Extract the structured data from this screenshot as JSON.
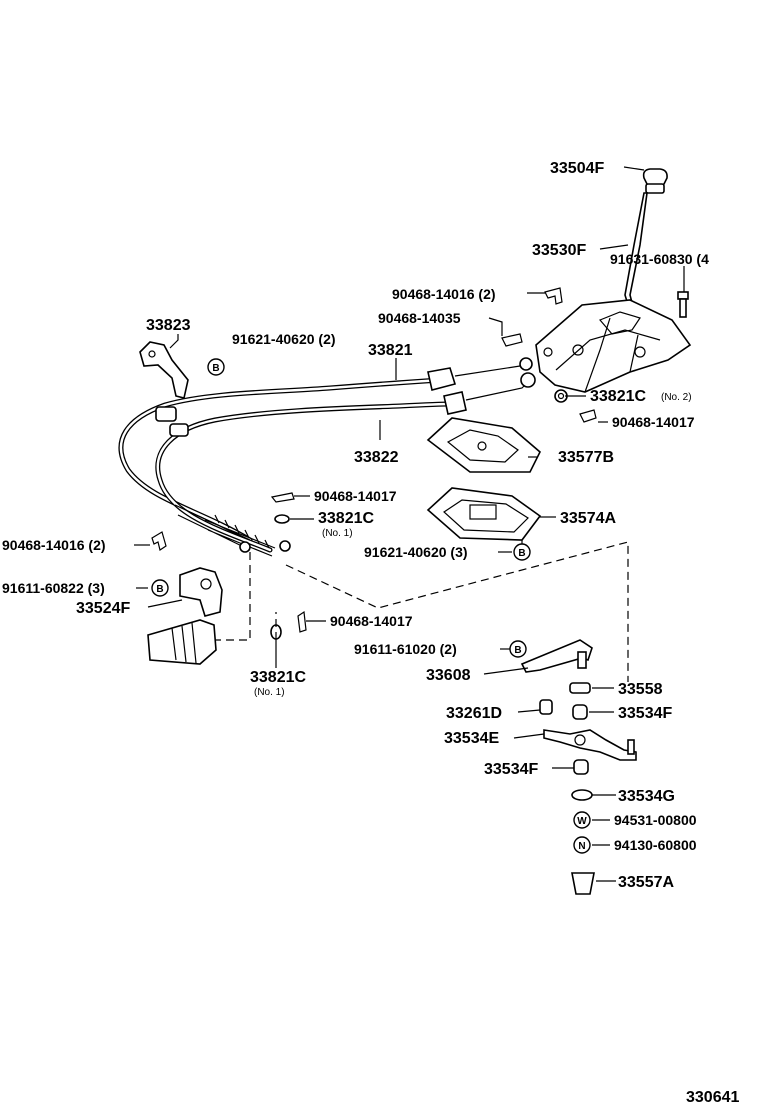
{
  "diagram_number": "330641",
  "badges": {
    "B": "B",
    "W": "W",
    "N": "N"
  },
  "labels": {
    "shift_knob": "33504F",
    "shift_lever": "33530F",
    "bolt_top": "91631-60830 (4",
    "clip_a": "90468-14016 (2)",
    "clip_b": "90468-14035",
    "bracket_left": "33823",
    "bolt_left": "91621-40620 (2)",
    "cable_upper": "33821",
    "bushing_no2": "33821C",
    "bushing_no2_note": "(No. 2)",
    "clip_c": "90468-14017",
    "cable_lower": "33822",
    "plate_upper": "33577B",
    "clip_d": "90468-14017",
    "bushing_no1_mid": "33821C",
    "bushing_no1_mid_note": "(No. 1)",
    "plate_lower": "33574A",
    "clip_left": "90468-14016 (2)",
    "bolt_plate": "91621-40620 (3)",
    "bolt_bracket": "91611-60822 (3)",
    "bracket_trans": "33524F",
    "clip_e": "90468-14017",
    "bolt_lever": "91611-61020 (2)",
    "bushing_no1_low": "33821C",
    "bushing_no1_low_note": "(No. 1)",
    "lever_arm": "33608",
    "collar": "33558",
    "pin": "33261D",
    "bush_f1": "33534F",
    "link_lever": "33534E",
    "bush_f2": "33534F",
    "washer_g": "33534G",
    "washer": "94531-00800",
    "nut": "94130-60800",
    "cap": "33557A"
  }
}
